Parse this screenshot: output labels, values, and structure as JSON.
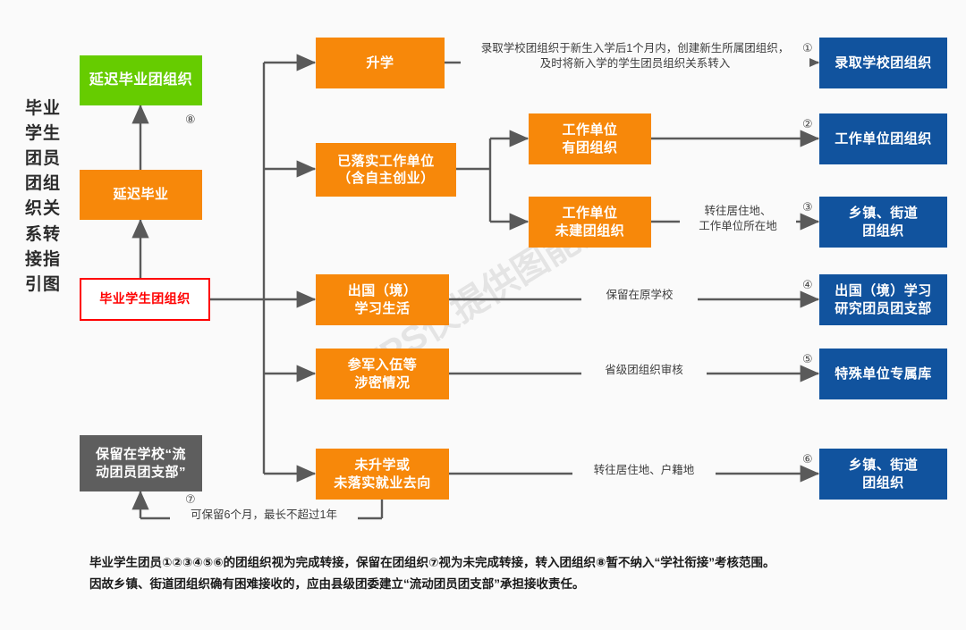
{
  "title_vertical": "毕业学生团员团组织关系转接指引图",
  "colors": {
    "orange": "#F7880A",
    "green": "#66CC00",
    "blue": "#11539E",
    "gray": "#5E5E5E",
    "red": "#FF0000",
    "background": "#FAFAFA",
    "connector": "#5A5A5A"
  },
  "nodes": {
    "delayed_grad_org": "延迟毕业团组织",
    "delayed_grad": "延迟毕业",
    "source": "毕业学生团组织",
    "retain_school": "保留在学校“流\n动团员团支部”",
    "further_study": "升学",
    "employed": "已落实工作单位\n（含自主创业）",
    "abroad": "出国（境）\n学习生活",
    "military": "参军入伍等\n涉密情况",
    "unplaced": "未升学或\n未落实就业去向",
    "unit_has_org": "工作单位\n有团组织",
    "unit_no_org": "工作单位\n未建团组织",
    "dest_admit_school": "录取学校团组织",
    "dest_work_unit": "工作单位团组织",
    "dest_town_street_1": "乡镇、街道\n团组织",
    "dest_abroad": "出国（境）学习\n研究团员团支部",
    "dest_special": "特殊单位专属库",
    "dest_town_street_2": "乡镇、街道\n团组织"
  },
  "edge_labels": {
    "to_admit_school": "录取学校团组织于新生入学后1个月内，创建新生所属团组织，\n及时将新入学的学生团员组织关系转入",
    "to_town_street_1": "转往居住地、\n工作单位所在地",
    "to_abroad": "保留在原学校",
    "to_special": "省级团组织审核",
    "to_town_street_2": "转往居住地、户籍地",
    "retain_duration": "可保留6个月，最长不超过1年"
  },
  "markers": {
    "m1": "①",
    "m2": "②",
    "m3": "③",
    "m4": "④",
    "m5": "⑤",
    "m6": "⑥",
    "m7": "⑦",
    "m8": "⑧"
  },
  "footer": "毕业学生团员①②③④⑤⑥的团组织视为完成转接，保留在团组织⑦视为未完成转接，转入团组织⑧暂不纳入“学社衔接”考核范围。\n因故乡镇、街道团组织确有困难接收的，应由县级团委建立“流动团员团支部”承担接收责任。",
  "watermark": "WPS仅提供图能力"
}
